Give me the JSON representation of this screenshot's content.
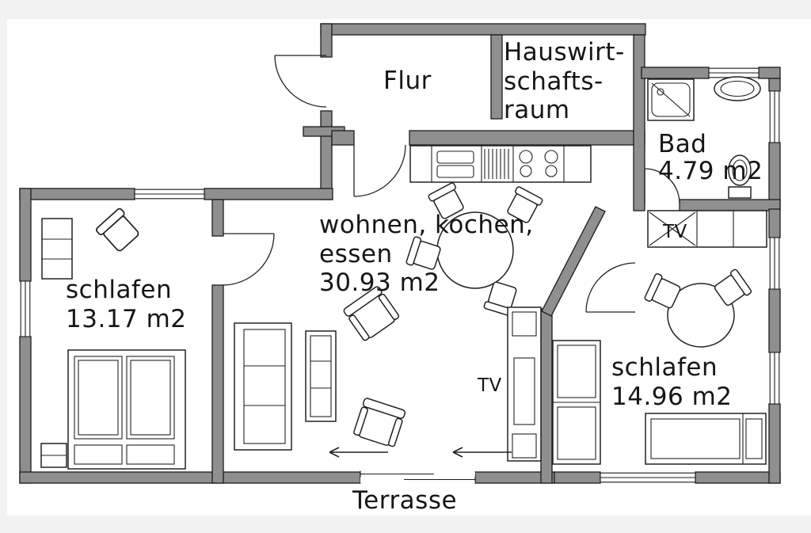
{
  "rooms": {
    "flur": {
      "label": "Flur"
    },
    "hauswirtschaftsraum": {
      "line1": "Hauswirt-",
      "line2": "schafts-",
      "line3": "raum"
    },
    "bad": {
      "label": "Bad",
      "area": "4.79 m2"
    },
    "schlafen_links": {
      "label": "schlafen",
      "area": "13.17 m2"
    },
    "wohnen_kochen_essen": {
      "line1": "wohnen, kochen,",
      "line2": "essen",
      "area": "30.93 m2"
    },
    "schlafen_rechts": {
      "label": "schlafen",
      "area": "14.96 m2"
    },
    "terrasse": {
      "label": "Terrasse"
    }
  },
  "furniture_labels": {
    "tv_wohnen": "TV",
    "tv_schlafen": "TV"
  },
  "colors": {
    "wall_fill": "#8f8f8f",
    "wall_outline": "#1c1c1c",
    "line": "#222222",
    "background": "#ffffff"
  }
}
